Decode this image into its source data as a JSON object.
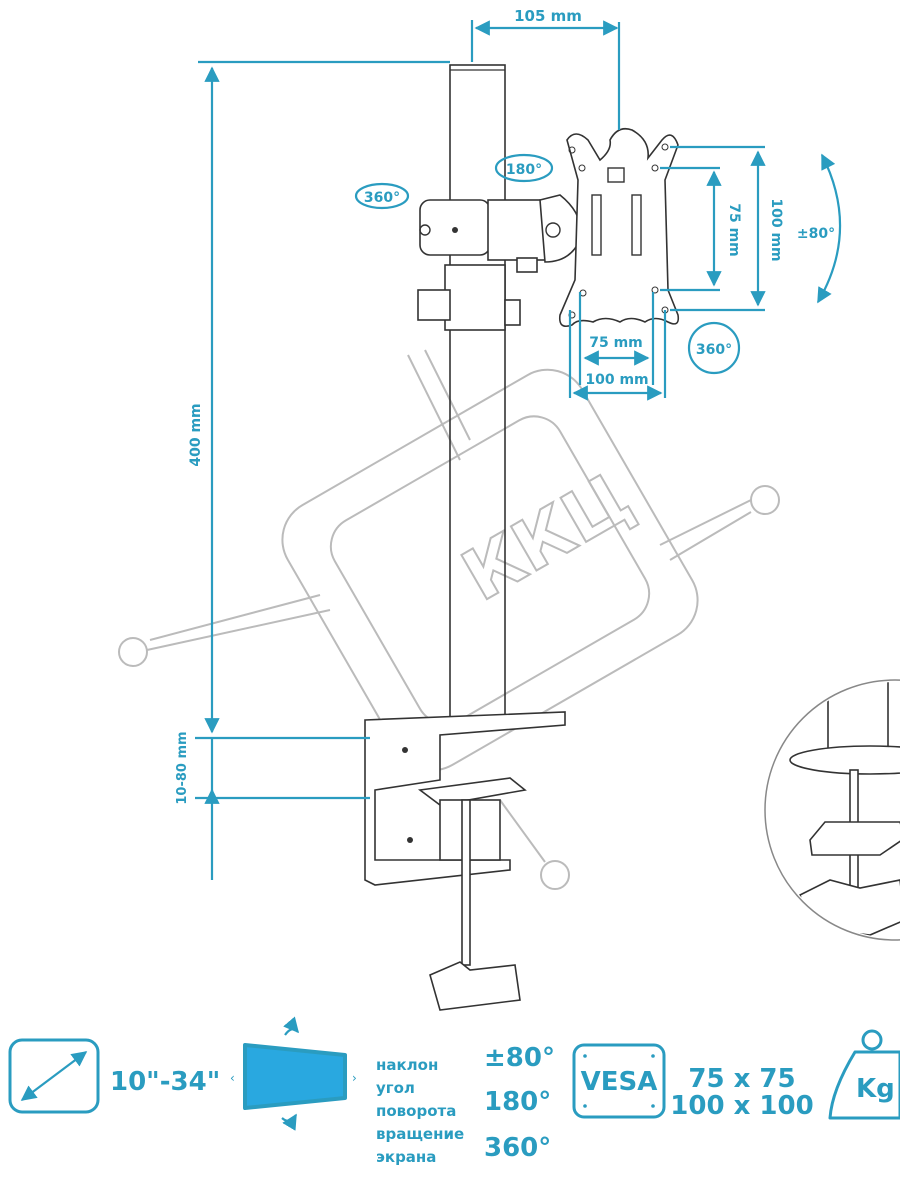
{
  "dimensions": {
    "arm_reach": "105 mm",
    "pole_height": "400 mm",
    "clamp_range": "10-80 mm",
    "vesa_75_vertical": "75 mm",
    "vesa_100_vertical": "100 mm",
    "vesa_75_horizontal": "75 mm",
    "vesa_100_horizontal": "100 mm",
    "tilt": "±80°",
    "swivel": "180°",
    "arm_rotation": "360°",
    "screen_rotation": "360°"
  },
  "watermark": "ККЦ",
  "specs": {
    "screen_size": "10\"-34\"",
    "tilt_label": "наклон",
    "tilt_value": "±80°",
    "swivel_label_1": "угол",
    "swivel_label_2": "поворота",
    "swivel_value": "180°",
    "rotation_label_1": "вращение",
    "rotation_label_2": "экрана",
    "rotation_value": "360°",
    "vesa_badge": "VESA",
    "vesa_size_1": "75 x 75",
    "vesa_size_2": "100 x 100",
    "weight_unit": "Kg"
  },
  "colors": {
    "accent": "#2a9cc0",
    "outline": "#333333",
    "watermark": "#bbbbbb"
  }
}
